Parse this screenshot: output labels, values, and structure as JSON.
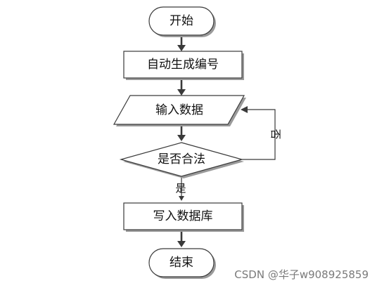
{
  "nodes": {
    "start": "开始",
    "auto_number": "自动生成编号",
    "input_data": "输入数据",
    "is_valid": "是否合法",
    "write_db": "写入数据库",
    "end": "结束"
  },
  "edge_labels": {
    "yes": "是",
    "no": "否"
  },
  "watermark": "CSDN @华子w908925859"
}
